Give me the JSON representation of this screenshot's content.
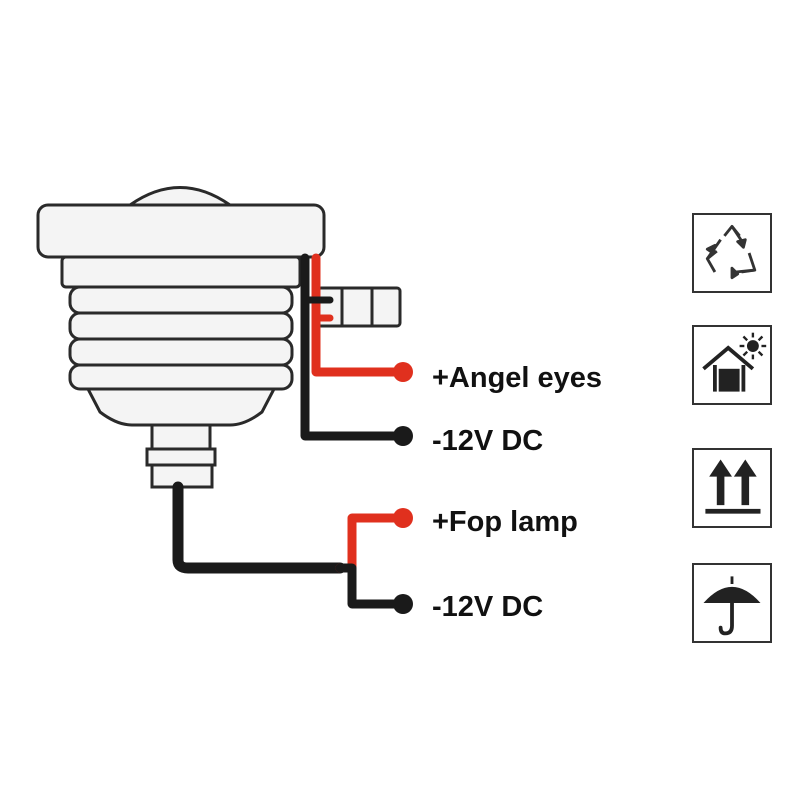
{
  "labels": {
    "angel_eyes_positive": "+Angel eyes",
    "angel_eyes_negative": "-12V DC",
    "fog_lamp_positive": "+Fop lamp",
    "fog_lamp_negative": "-12V DC"
  },
  "colors": {
    "positive_wire": "#e0301e",
    "negative_wire": "#1a1a1a",
    "lamp_outline": "#2a2a2a",
    "lamp_fill": "#f4f4f4"
  },
  "icons": [
    "recycle-icon",
    "keep-dry-sunlight-icon",
    "this-way-up-icon",
    "umbrella-keep-dry-icon"
  ]
}
